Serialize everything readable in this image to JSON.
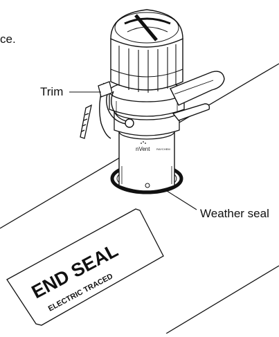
{
  "caption_fragment": "ce.",
  "callouts": {
    "trim": "Trim",
    "weather_seal": "Weather seal"
  },
  "sticker": {
    "line1": "END SEAL",
    "line2": "ELECTRIC TRACED"
  },
  "brand_mark": "nVent",
  "brand_sub": "RAYCHEM"
}
